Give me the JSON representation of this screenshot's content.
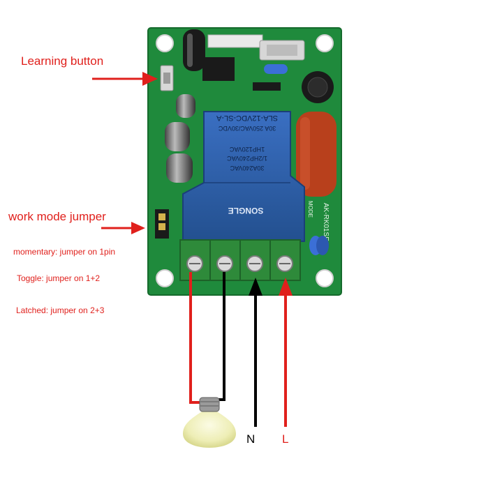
{
  "labels": {
    "learning_button": "Learning button",
    "work_mode_jumper": "work mode jumper",
    "momentary": "momentary: jumper on 1pin",
    "toggle": "Toggle: jumper on 1+2",
    "latched": "Latched: jumper on 2+3"
  },
  "terminals": {
    "neutral": "N",
    "live": "L"
  },
  "relay": {
    "brand": "SONGLE",
    "model": "SLA-12VDC-SL-A",
    "rating_1": "30A 250VAC/30VDC",
    "rating_2": "1HP120VAC",
    "rating_3": "1/2HP240VAC",
    "rating_4": "30A240VAC"
  },
  "board": {
    "side_print": "AK-RK01SE-",
    "mode_print": "MODE"
  },
  "colors": {
    "annotation": "#e0201c",
    "pcb": "#1f8a3c",
    "relay_body": "#2b5fb0",
    "terminal_block": "#2e8a3a",
    "capacitor": "#b8401c",
    "wire_red": "#e0201c",
    "wire_black": "#000000"
  },
  "icons": [
    "pcb-board-icon",
    "relay-icon",
    "terminal-block-icon",
    "light-bulb-icon",
    "arrow-icon"
  ]
}
